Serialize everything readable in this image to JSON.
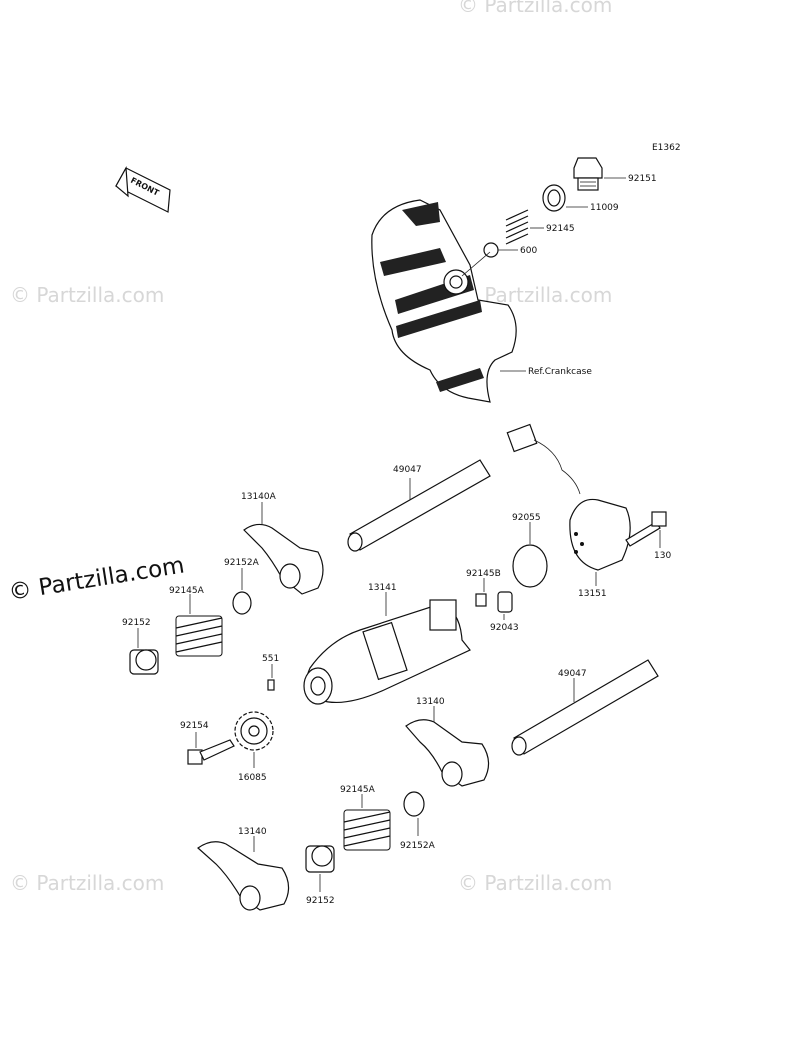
{
  "diagram_code": "E1362",
  "front_label": "FRONT",
  "watermark": "© Partzilla.com",
  "ref_label": "Ref.Crankcase",
  "parts": {
    "p92151": "92151",
    "p11009": "11009",
    "p92145_top": "92145",
    "p600": "600",
    "p49047_top": "49047",
    "p13140A": "13140A",
    "p92055": "92055",
    "p130": "130",
    "p13151": "13151",
    "p92152A_top": "92152A",
    "p92145B": "92145B",
    "p92145A_top": "92145A",
    "p13141": "13141",
    "p92043": "92043",
    "p92152_top": "92152",
    "p551": "551",
    "p49047_bottom": "49047",
    "p13140_mid": "13140",
    "p92154": "92154",
    "p16085": "16085",
    "p92145A_bottom": "92145A",
    "p13140_bottom": "13140",
    "p92152A_bottom": "92152A",
    "p92152_bottom": "92152"
  }
}
